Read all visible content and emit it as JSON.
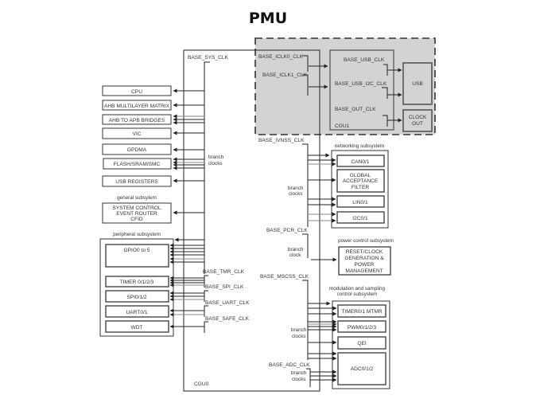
{
  "title": "PMU",
  "cgu0": {
    "label": "CGU0",
    "base_sys_clk": "BASE_SYS_CLK",
    "branch_clocks_label": [
      "branch",
      "clocks"
    ]
  },
  "cgu1": {
    "label": "CGU1",
    "base_iclk0": "BASE_ICLK0_CLK",
    "base_iclk1": "BASE_ICLK1_CLK",
    "base_usb": "BASE_USB_CLK",
    "base_usb_i2c": "BASE_USB_I2C_CLK",
    "base_out": "BASE_OUT_CLK",
    "usb": "USB",
    "clock_out": [
      "CLOCK",
      "OUT"
    ]
  },
  "left_blocks": [
    "CPU",
    "AHB MULTILAYER MATRIX",
    "AHB TO APB BRIDGES",
    "VIC",
    "GPDMA",
    "FLASH/SRAM/SMC",
    "USB REGISTERS"
  ],
  "general_subsystem": {
    "label": "general subsytem",
    "block": [
      "SYSTEM CONTROL",
      "EVENT ROUTER",
      "CFID"
    ]
  },
  "peripheral_subsystem": {
    "label": "peripheral subsystem",
    "blocks": [
      "GPIO0 to 5",
      "TIMER 0/1/2/3",
      "SPI0/1/2",
      "UART0/1",
      "WDT"
    ],
    "clocks": [
      "BASE_TMR_CLK",
      "BASE_SPI_CLK",
      "BASE_UART_CLK",
      "BASE_SAFE_CLK"
    ]
  },
  "networking_subsystem": {
    "label": "networking subsystem",
    "clock": "BASE_IVNSS_CLK",
    "branch_label": [
      "branch",
      "clocks"
    ],
    "blocks": [
      "CAN0/1",
      [
        "GLOBAL",
        "ACCEPTANCE",
        "FILTER"
      ],
      "LIN0/1",
      "I2C0/1"
    ]
  },
  "power_control_subsystem": {
    "label": "power control subsystem",
    "clock": "BASE_PCR_CLK",
    "branch_label": [
      "branch",
      "clock"
    ],
    "block": [
      "RESET/CLOCK",
      "GENERATION &",
      "POWER",
      "MANAGEMENT"
    ]
  },
  "modulation_subsystem": {
    "label": [
      "modulation and sampling",
      "control subsystem"
    ],
    "clock": "BASE_MSCSS_CLK",
    "branch_label": [
      "branch",
      "clocks"
    ],
    "blocks": [
      "TIMER0/1 MTMR",
      "PWM0/1/2/3",
      "QEI",
      "ADC0/1/2"
    ],
    "adc_clock": "BASE_ADC_CLK",
    "adc_branch_label": [
      "branch",
      "clocks"
    ]
  }
}
